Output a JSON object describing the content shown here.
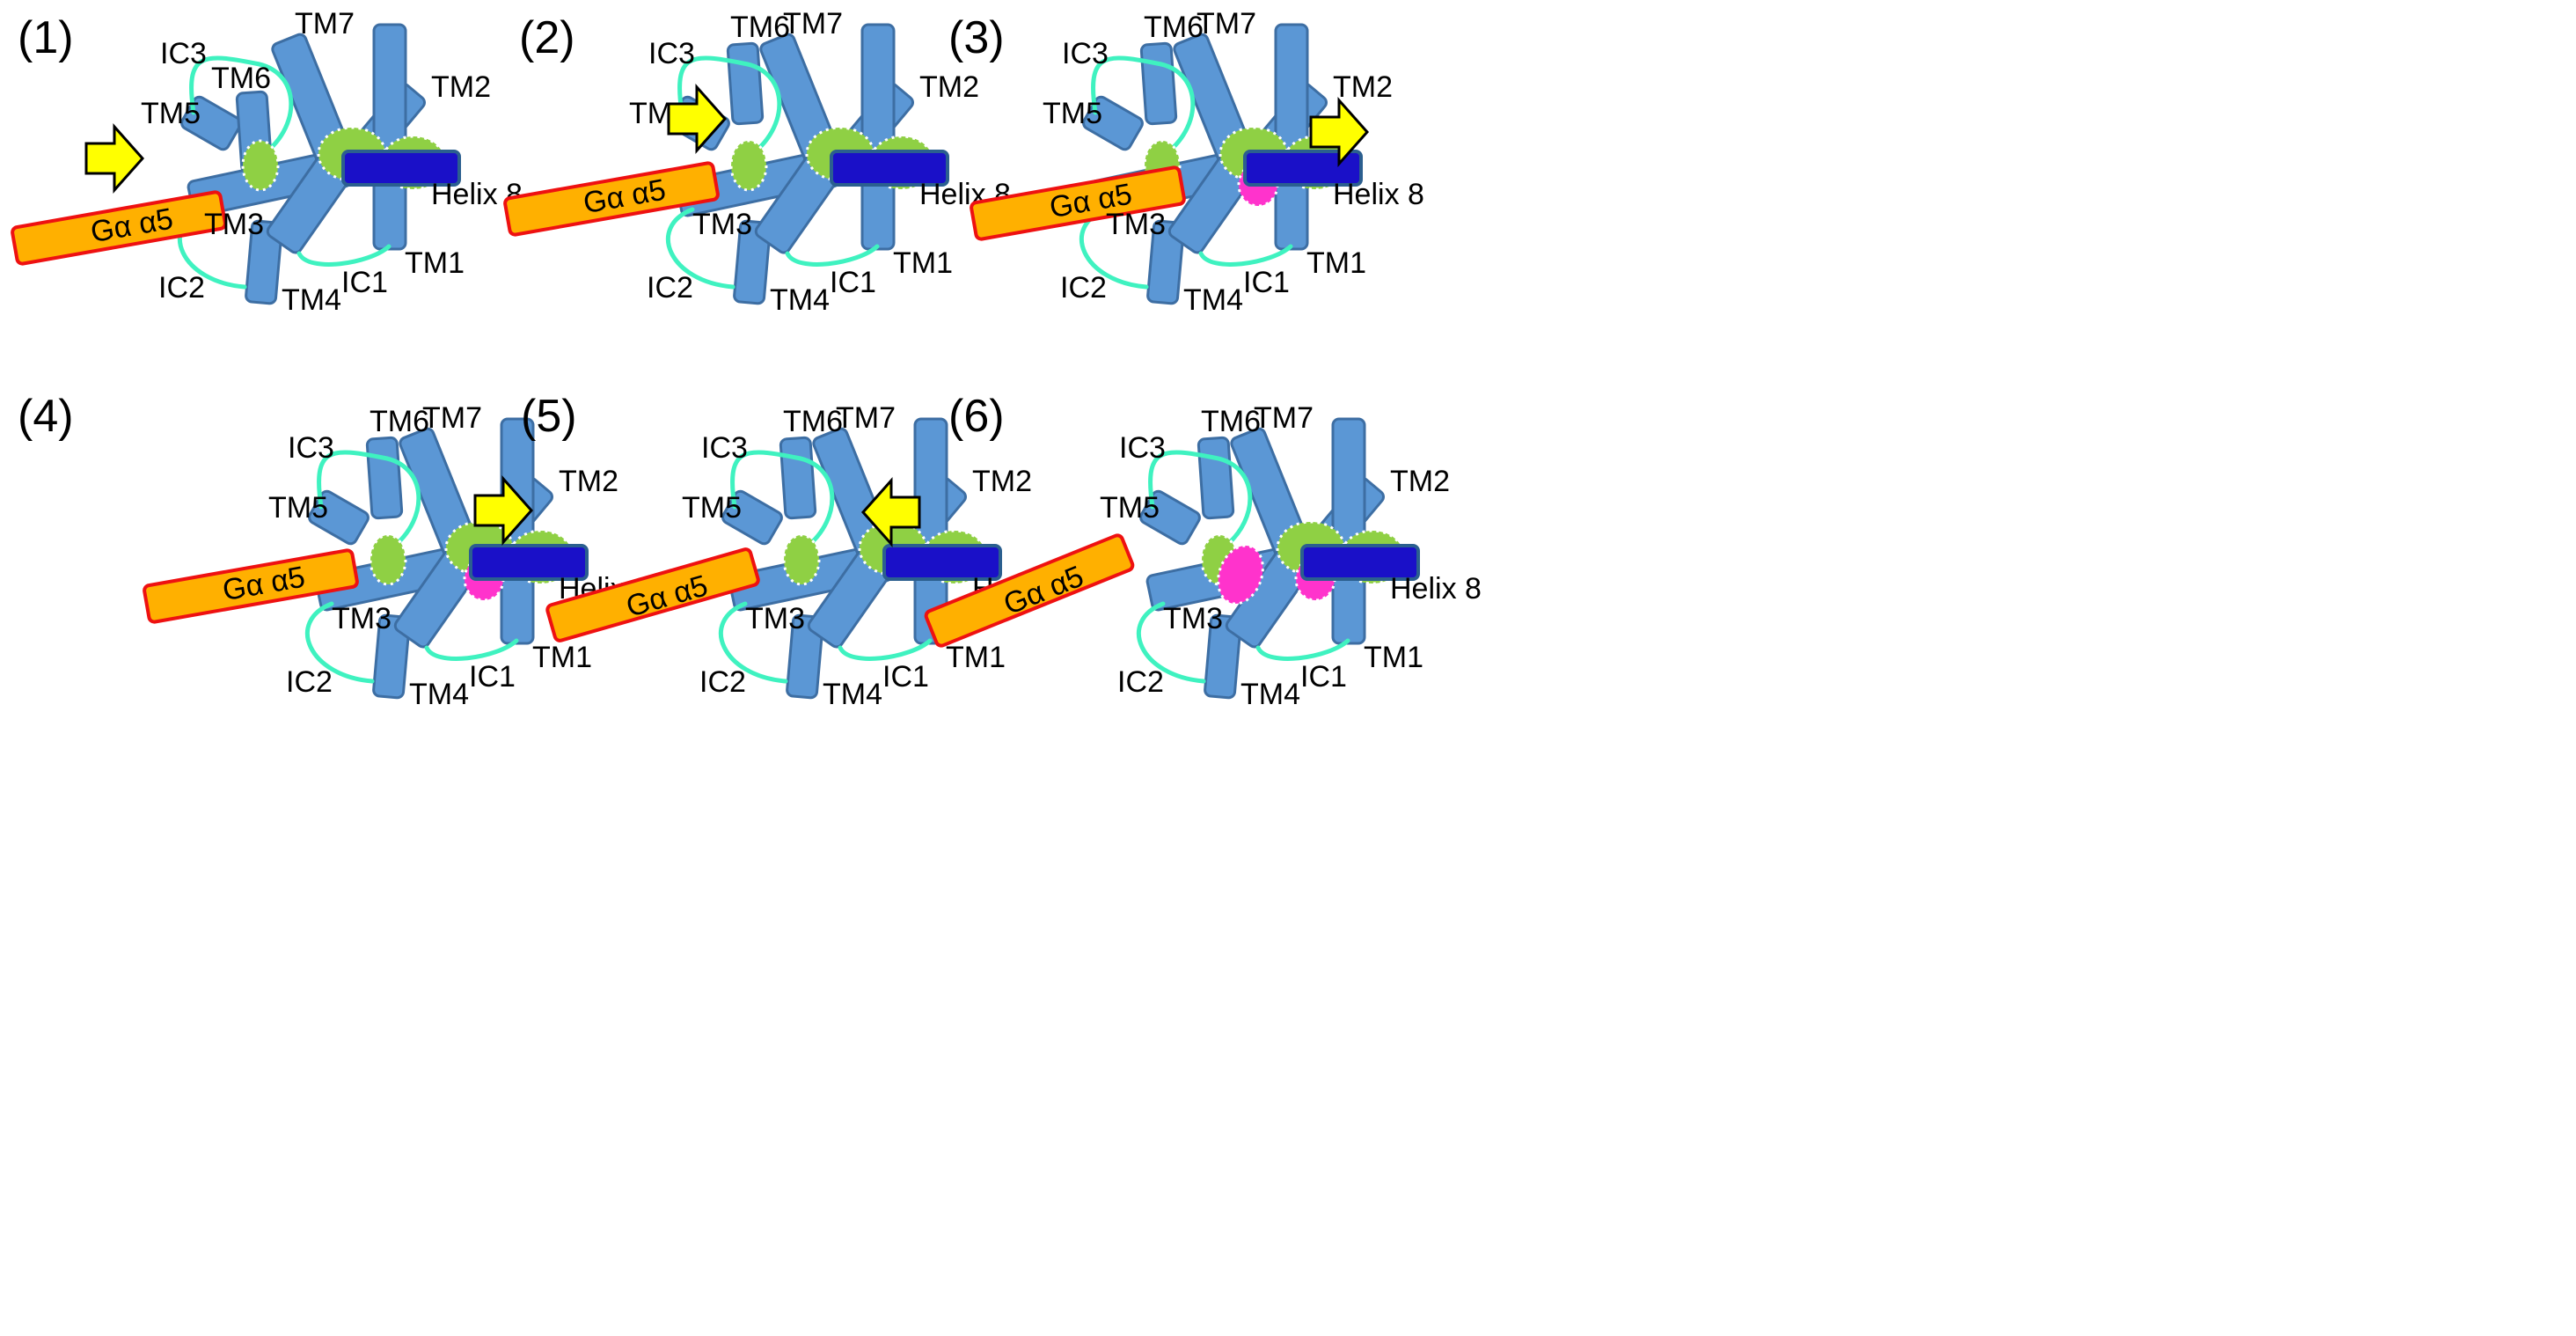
{
  "colors": {
    "helix_fill": "#5b97d5",
    "helix_stroke": "#3d6ea3",
    "loop": "#3ff2c0",
    "green_blob": "#8fd044",
    "magenta_blob": "#ff33cc",
    "helix8_fill": "#1a10c8",
    "helix8_stroke": "#2b5f8f",
    "galpha_fill": "#ffb000",
    "galpha_stroke": "#ee1111",
    "arrow_fill": "#ffff00",
    "arrow_stroke": "#000000"
  },
  "labels": {
    "tm1": "TM1",
    "tm2": "TM2",
    "tm3": "TM3",
    "tm4": "TM4",
    "tm5": "TM5",
    "tm6": "TM6",
    "tm7": "TM7",
    "ic1": "IC1",
    "ic2": "IC2",
    "ic3": "IC3",
    "helix8": "Helix 8",
    "galpha": "Gα α5"
  },
  "panels": [
    {
      "id": "(1)",
      "arrow_direction": "right",
      "tm6_state": "near",
      "magenta_count": 0
    },
    {
      "id": "(2)",
      "arrow_direction": "right",
      "tm6_state": "out",
      "magenta_count": 0
    },
    {
      "id": "(3)",
      "arrow_direction": "right",
      "tm6_state": "out",
      "magenta_count": 1
    },
    {
      "id": "(4)",
      "arrow_direction": "right",
      "tm6_state": "out",
      "magenta_count": 1
    },
    {
      "id": "(5)",
      "arrow_direction": "left",
      "tm6_state": "out",
      "magenta_count": 0
    },
    {
      "id": "(6)",
      "arrow_direction": "none",
      "tm6_state": "out",
      "magenta_count": 2
    }
  ]
}
